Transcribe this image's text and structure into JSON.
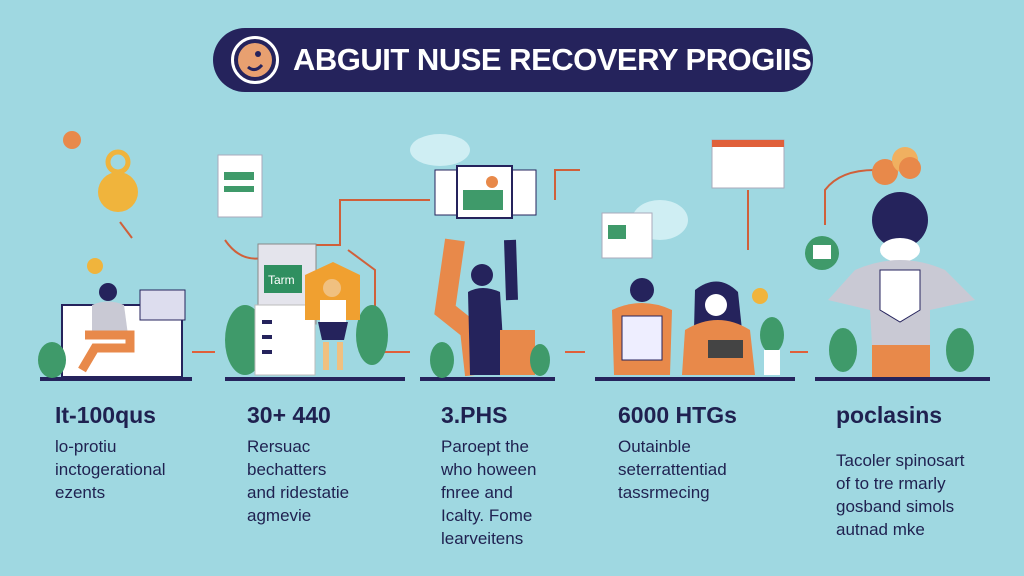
{
  "header": {
    "title": "ABGUIT NUSE RECOVERY PROGIIS",
    "logo_icon": "mascot-logo-icon"
  },
  "illustration": {
    "screen_label": "Tarm"
  },
  "columns": [
    {
      "stat": "It-100qus",
      "lines": [
        "lo-protiu",
        "inctogerational",
        "ezents"
      ]
    },
    {
      "stat": "30+ 440",
      "lines": [
        "Rersuac",
        "bechatters",
        "and ridestatie",
        "agmevie"
      ]
    },
    {
      "stat": "3.PHS",
      "lines": [
        "Paroept the",
        "who hoween",
        "fnree and",
        "Icalty. Fome",
        "learveitens"
      ]
    },
    {
      "stat": "6000 HTGs",
      "lines": [
        "Outainble",
        "seterrattentiad",
        "tassrmecing"
      ]
    },
    {
      "stat": "poclasins",
      "lines": [
        "Tacoler spinosart",
        "of to tre rmarly",
        "gosband simols",
        "autnad mke"
      ]
    }
  ],
  "colors": {
    "background": "#9fd8e1",
    "navy": "#25235c",
    "orange": "#e8894a",
    "gold": "#f0b43c",
    "green": "#3f9a6a"
  }
}
